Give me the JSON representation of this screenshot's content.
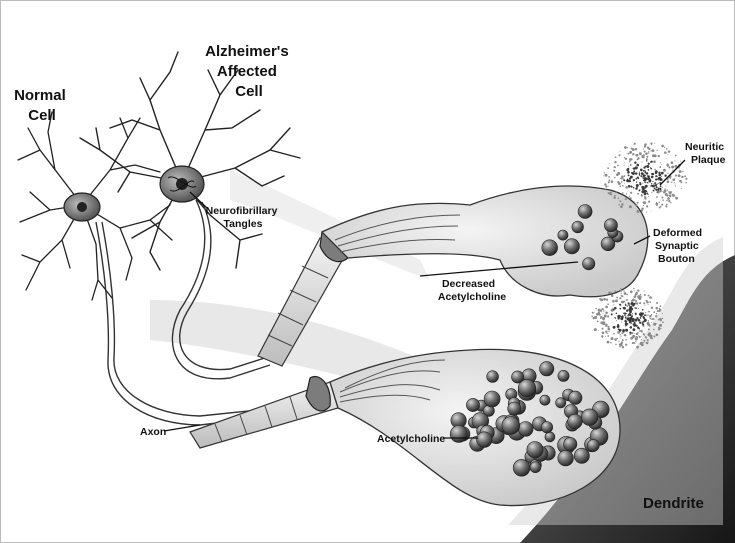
{
  "labels": {
    "normal_cell": [
      "Normal",
      "Cell"
    ],
    "alzheimers_cell": [
      "Alzheimer's",
      "Affected",
      "Cell"
    ],
    "neurofibrillary_tangles": [
      "Neurofibrillary",
      "Tangles"
    ],
    "neuritic_plaque": [
      "Neuritic",
      "Plaque"
    ],
    "deformed_synaptic_bouton": [
      "Deformed",
      "Synaptic",
      "Bouton"
    ],
    "decreased_acetylcholine": [
      "Decreased",
      "Acetylcholine"
    ],
    "axon": "Axon",
    "acetylcholine": "Acetylcholine",
    "dendrite": "Dendrite"
  },
  "colors": {
    "ink": "#111111",
    "bouton_fill": "#e9e9e9",
    "vesicle": "#5a5a5a",
    "dendrite_dark": "#2c2c2c",
    "plaque": "#6f6f6f"
  },
  "vesicles": {
    "normal_bouton_count": 62,
    "deformed_bouton_count": 10
  }
}
